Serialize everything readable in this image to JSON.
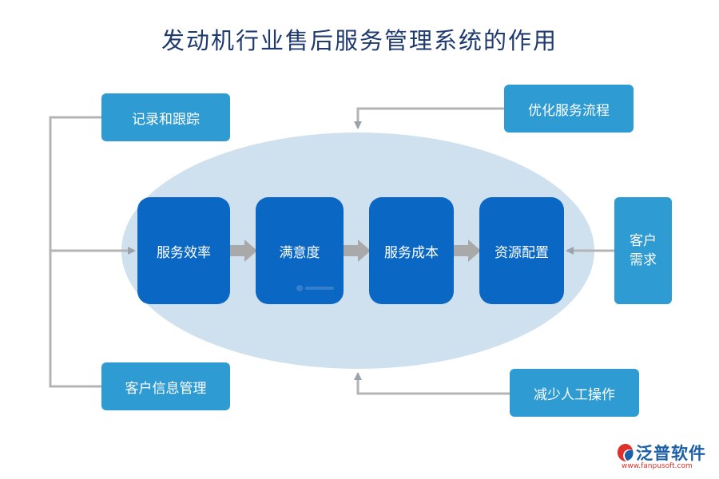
{
  "title": "发动机行业售后服务管理系统的作用",
  "left_inputs": {
    "top": "记录和跟踪",
    "bottom": "客户信息管理"
  },
  "right_inputs": {
    "top": "优化服务流程",
    "middle_line1": "客户",
    "middle_line2": "需求",
    "bottom": "减少人工操作"
  },
  "core_steps": [
    "服务效率",
    "满意度",
    "服务成本",
    "资源配置"
  ],
  "logo": {
    "name": "泛普软件",
    "url": "www.fanpusoft.com"
  },
  "colors": {
    "title": "#1f3a6e",
    "side_box": "#2f9bd3",
    "core_box": "#0a68c4",
    "ellipse": "#cfe0ef",
    "connector": "#b4b4b4"
  }
}
